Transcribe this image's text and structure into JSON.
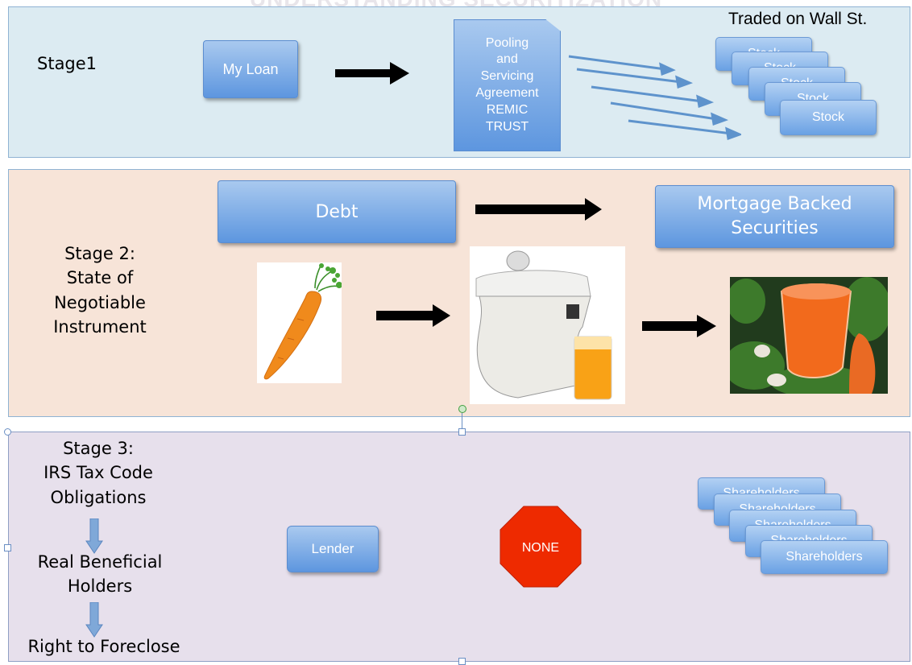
{
  "header_ghost": "UNDERSTANDING SECURITIZATION",
  "stage1": {
    "label": "Stage1",
    "loan": "My Loan",
    "trust_lines": [
      "Pooling",
      "and",
      "Servicing",
      "Agreement",
      "REMIC",
      "TRUST"
    ],
    "traded_title": "Traded on Wall St.",
    "stock_label": "Stock",
    "stock_ghost_label": "Stock"
  },
  "stage2": {
    "label_lines": [
      "Stage 2:",
      "State of",
      "Negotiable",
      "Instrument"
    ],
    "debt": "Debt",
    "mbs_line1": "Mortgage Backed",
    "mbs_line2": "Securities"
  },
  "stage3": {
    "label_lines": [
      "Stage 3:",
      "IRS Tax Code",
      "Obligations"
    ],
    "label2_lines": [
      "Real Beneficial",
      "Holders"
    ],
    "label3": "Right to Foreclose",
    "lender": "Lender",
    "none": "NONE",
    "shareholder_label": "Shareholders",
    "shareholder_ghost_label": "Shareholders"
  },
  "colors": {
    "band1": "#dcebf2",
    "band2": "#f7e4d8",
    "band3": "#e7e0ec",
    "stop": "#ee2a00",
    "box": "#5d96df"
  }
}
